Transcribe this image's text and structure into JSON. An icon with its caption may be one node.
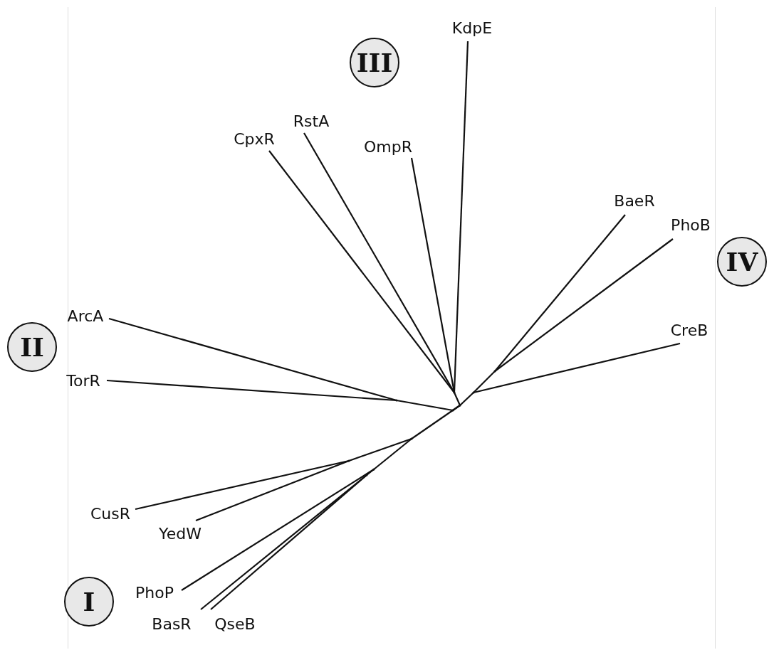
{
  "diagram": {
    "nodes": [
      {
        "text": [
          "KdpE"
        ]
      },
      {
        "text": [
          "III"
        ]
      },
      {
        "text": [
          "RstA"
        ]
      },
      {
        "text": [
          "CpxR"
        ]
      },
      {
        "text": [
          "OmpR"
        ]
      },
      {
        "text": [
          "BaeR"
        ]
      },
      {
        "text": [
          "PhoB"
        ]
      },
      {
        "text": [
          "IV"
        ]
      },
      {
        "text": [
          "CreB"
        ]
      },
      {
        "text": [
          "ArcA"
        ]
      },
      {
        "text": [
          "II"
        ]
      },
      {
        "text": [
          "TorR"
        ]
      },
      {
        "text": [
          "CusR"
        ]
      },
      {
        "text": [
          "YedW"
        ]
      },
      {
        "text": [
          "PhoP"
        ]
      },
      {
        "text": [
          "I"
        ]
      },
      {
        "text": [
          "BasR"
        ]
      },
      {
        "text": [
          "QseB"
        ]
      },
      {
        "text": [],
        "shape": "dot"
      },
      {
        "text": [],
        "shape": "dot"
      },
      {
        "text": [],
        "shape": "dot"
      },
      {
        "text": [],
        "shape": "dot"
      },
      {
        "text": [],
        "shape": "dot"
      },
      {
        "text": [],
        "shape": "dot"
      },
      {
        "text": [],
        "shape": "dot"
      },
      {
        "text": [],
        "shape": "dot"
      },
      {
        "text": [],
        "shape": "dot"
      },
      {
        "text": [],
        "shape": "dot"
      }
    ],
    "edges": [
      {
        "from": 18,
        "to": 0,
        "arrow": "none"
      },
      {
        "from": 18,
        "to": 2,
        "arrow": "none"
      },
      {
        "from": 18,
        "to": 3,
        "arrow": "none"
      },
      {
        "from": 18,
        "to": 4,
        "arrow": "none"
      },
      {
        "from": 23,
        "to": 5,
        "arrow": "none"
      },
      {
        "from": 23,
        "to": 6,
        "arrow": "none"
      },
      {
        "from": 22,
        "to": 8,
        "arrow": "none"
      },
      {
        "from": 19,
        "to": 9,
        "arrow": "none"
      },
      {
        "from": 19,
        "to": 11,
        "arrow": "none"
      },
      {
        "from": 25,
        "to": 12,
        "arrow": "none"
      },
      {
        "from": 25,
        "to": 13,
        "arrow": "none"
      },
      {
        "from": 26,
        "to": 14,
        "arrow": "none"
      },
      {
        "from": 27,
        "to": 16,
        "arrow": "none"
      },
      {
        "from": 27,
        "to": 17,
        "arrow": "none"
      },
      {
        "from": 21,
        "to": 18,
        "arrow": "none"
      },
      {
        "from": 20,
        "to": 19,
        "arrow": "none"
      },
      {
        "from": 21,
        "to": 20,
        "arrow": "none"
      },
      {
        "from": 21,
        "to": 22,
        "arrow": "none"
      },
      {
        "from": 22,
        "to": 23,
        "arrow": "none"
      },
      {
        "from": 21,
        "to": 24,
        "arrow": "none"
      },
      {
        "from": 24,
        "to": 25,
        "arrow": "none"
      },
      {
        "from": 24,
        "to": 26,
        "arrow": "none"
      },
      {
        "from": 26,
        "to": 27,
        "arrow": "none"
      }
    ]
  }
}
